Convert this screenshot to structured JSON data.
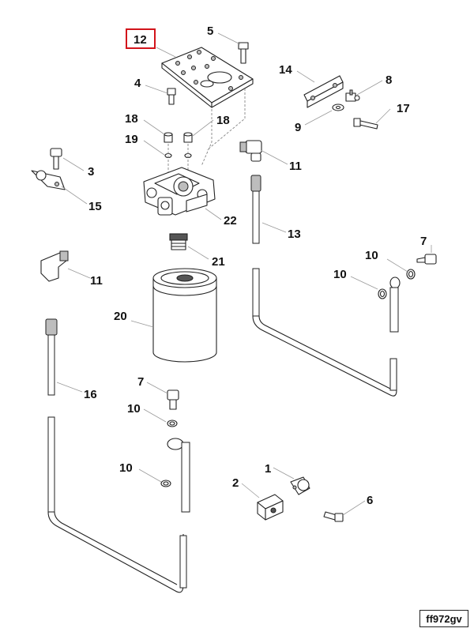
{
  "diagram": {
    "highlighted_callout": "12",
    "highlight_color": "#d2141b",
    "document_id": "ff972gv",
    "callouts": {
      "c12": "12",
      "c5": "5",
      "c14": "14",
      "c8": "8",
      "c4": "4",
      "c18a": "18",
      "c18b": "18",
      "c17": "17",
      "c9": "9",
      "c19": "19",
      "c11a": "11",
      "c3": "3",
      "c15": "15",
      "c22": "22",
      "c13": "13",
      "c7a": "7",
      "c10a": "10",
      "c21": "21",
      "c11b": "11",
      "c10b": "10",
      "c20": "20",
      "c16": "16",
      "c7b": "7",
      "c10c": "10",
      "c10d": "10",
      "c1": "1",
      "c2": "2",
      "c6": "6"
    }
  }
}
